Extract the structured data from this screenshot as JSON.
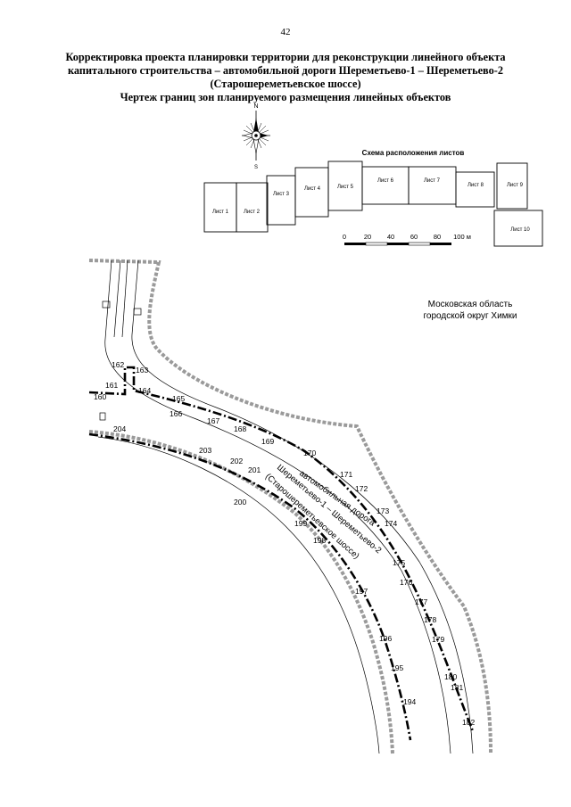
{
  "page_number": "42",
  "title_lines": [
    "Корректировка проекта планировки территории для реконструкции линейного объекта",
    "капитального строительства – автомобильной дороги Шереметьево-1 – Шереметьево-2",
    "(Старошереметьевское шоссе)",
    "Чертеж границ зон планируемого размещения линейных объектов"
  ],
  "compass": {
    "north": "N",
    "south": "S"
  },
  "sheet_scheme": {
    "title": "Схема расположения листов",
    "sheets": [
      "Лист 1",
      "Лист 2",
      "Лист 3",
      "Лист 4",
      "Лист 5",
      "Лист 6",
      "Лист 7",
      "Лист 8",
      "Лист 9",
      "Лист 10"
    ]
  },
  "scale_bar": {
    "labels": [
      "0",
      "20",
      "40",
      "60",
      "80"
    ],
    "last_label": "100 м"
  },
  "region_label": [
    "Московская область",
    "городской округ Химки"
  ],
  "road_label": [
    "автомобильная дорога",
    "Шереметьево-1 – Шереметьево-2",
    "(Старошереметьевское шоссе)"
  ],
  "points_north": [
    "160",
    "161",
    "162",
    "163",
    "164",
    "165",
    "166",
    "167",
    "168",
    "169",
    "170",
    "171",
    "172",
    "173",
    "174",
    "175",
    "176",
    "177",
    "178",
    "179",
    "180",
    "181",
    "182"
  ],
  "points_south": [
    "194",
    "195",
    "196",
    "197",
    "198",
    "199",
    "200",
    "201",
    "202",
    "203",
    "204"
  ]
}
